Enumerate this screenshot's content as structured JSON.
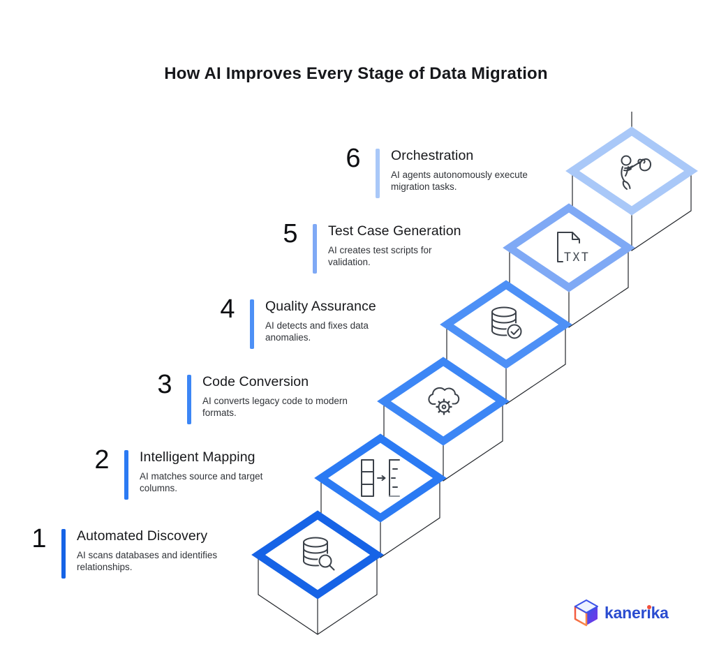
{
  "page_title": "How AI Improves Every Stage of Data Migration",
  "stages": [
    {
      "number": "1",
      "title": "Automated Discovery",
      "description": "AI scans databases and identifies\nrelationships.",
      "color": "#1663e6",
      "icon": "database-search-icon"
    },
    {
      "number": "2",
      "title": "Intelligent Mapping",
      "description": "AI matches source and target\ncolumns.",
      "color": "#2b7af3",
      "icon": "column-mapping-icon"
    },
    {
      "number": "3",
      "title": "Code Conversion",
      "description": "AI converts legacy code to modern\nformats.",
      "color": "#3c86f5",
      "icon": "cloud-gear-icon"
    },
    {
      "number": "4",
      "title": "Quality Assurance",
      "description": "AI detects and fixes data\nanomalies.",
      "color": "#4d90f6",
      "icon": "database-check-icon"
    },
    {
      "number": "5",
      "title": "Test Case Generation",
      "description": "AI creates test scripts for\nvalidation.",
      "color": "#7fa9f5",
      "icon": "txt-file-icon",
      "icon_text": "TXT"
    },
    {
      "number": "6",
      "title": "Orchestration",
      "description": "AI agents autonomously execute\nmigration tasks.",
      "color": "#a9c8f8",
      "icon": "person-carrying-bag-icon"
    }
  ],
  "footer": {
    "logo_text": "kanerika",
    "logo_text_color": "#2a4cd0",
    "logo_dot_color": "#f2503c"
  }
}
